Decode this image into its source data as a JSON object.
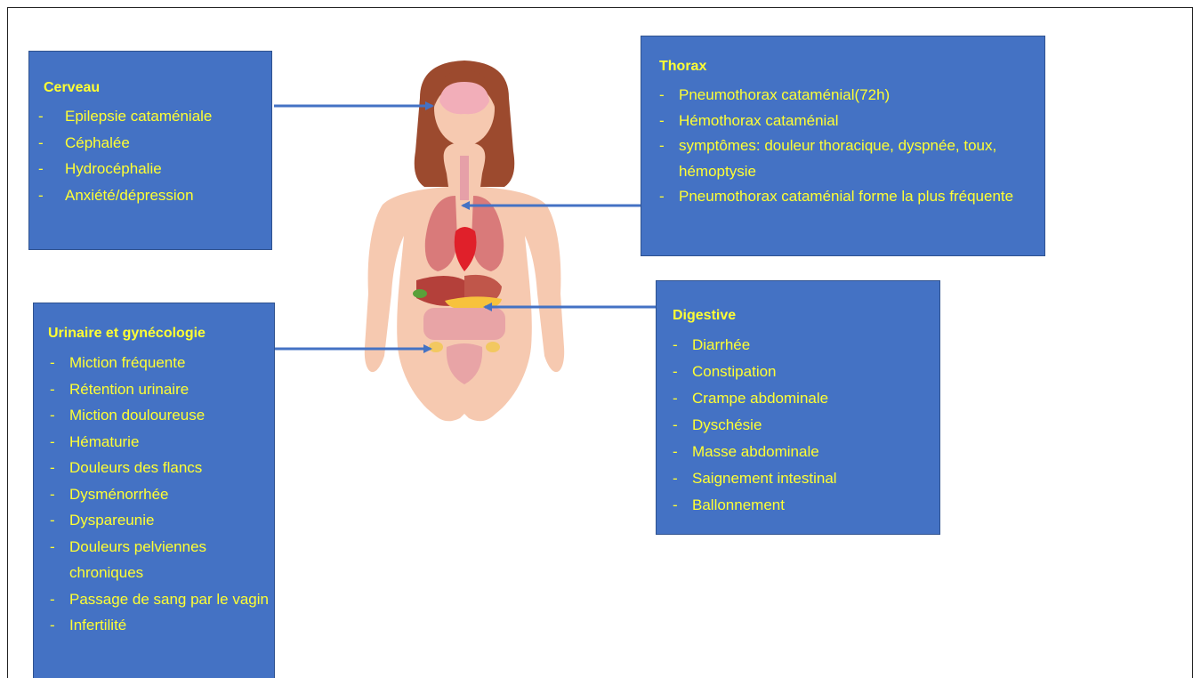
{
  "cerveau": {
    "title": "Cerveau",
    "items": [
      "Epilepsie cataméniale",
      "Céphalée",
      "Hydrocéphalie",
      "Anxiété/dépression"
    ]
  },
  "thorax": {
    "title": "Thorax",
    "items": [
      "Pneumothorax cataménial(72h)",
      "Hémothorax cataménial",
      "symptômes: douleur thoracique, dyspnée, toux, hémoptysie",
      "Pneumothorax cataménial forme la plus fréquente"
    ]
  },
  "urinaire": {
    "title": "Urinaire et gynécologie",
    "items": [
      "Miction fréquente",
      "Rétention urinaire",
      "Miction douloureuse",
      "Hématurie",
      "Douleurs des flancs",
      "Dysménorrhée",
      "Dyspareunie",
      "Douleurs pelviennes chroniques",
      "Passage de sang par le vagin",
      "Infertilité"
    ]
  },
  "digestive": {
    "title": "Digestive",
    "items": [
      "Diarrhée",
      "Constipation",
      "Crampe abdominale",
      "Dyschésie",
      "Masse abdominale",
      "Saignement intestinal",
      "Ballonnement"
    ]
  },
  "colors": {
    "box": "#4472c4",
    "text": "#ffff33",
    "arrow": "#4472c4",
    "skin": "#f6c9b0",
    "hair": "#9c4a2e"
  }
}
